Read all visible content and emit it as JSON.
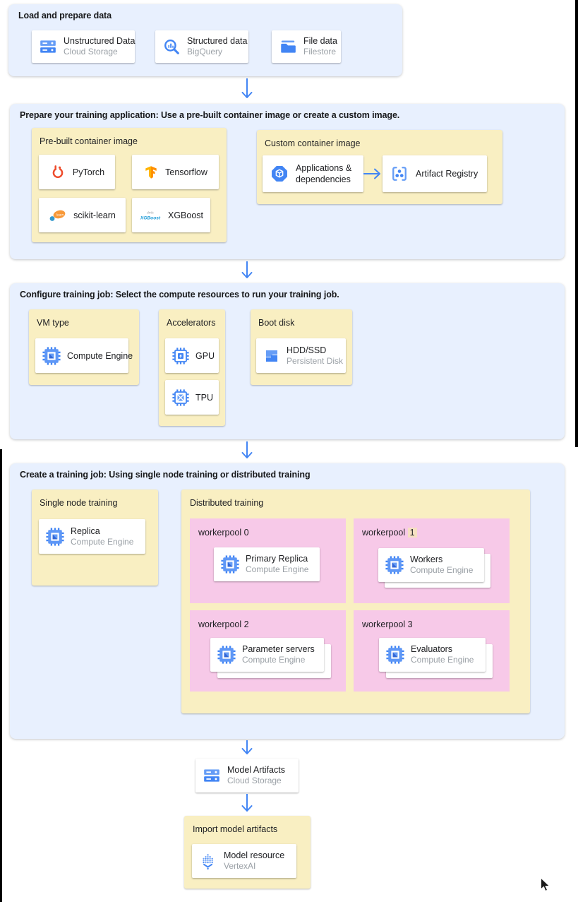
{
  "colors": {
    "section_bg": "#e8f0fe",
    "panel_bg": "#f9efc2",
    "pool_bg": "#f7c9e8",
    "arrow_blue": "#4285f4",
    "subtitle_gray": "#9aa0a6",
    "highlight": "#f6e0c2"
  },
  "load": {
    "title": "Load and prepare data",
    "cards": [
      {
        "title": "Unstructured Data",
        "subtitle": "Cloud Storage",
        "icon": "cloud-storage-icon"
      },
      {
        "title": "Structured data",
        "subtitle": "BigQuery",
        "icon": "bigquery-icon"
      },
      {
        "title": "File data",
        "subtitle": "Filestore",
        "icon": "filestore-icon"
      }
    ]
  },
  "prepare": {
    "title": "Prepare your training application: Use a pre-built container image or create a custom image.",
    "prebuilt": {
      "label": "Pre-built container image",
      "cards": [
        {
          "label": "PyTorch",
          "icon": "pytorch-icon"
        },
        {
          "label": "Tensorflow",
          "icon": "tensorflow-icon"
        },
        {
          "label": "scikit-learn",
          "icon": "scikit-learn-icon"
        },
        {
          "label": "XGBoost",
          "icon": "xgboost-icon"
        }
      ]
    },
    "custom": {
      "label": "Custom container image",
      "source": {
        "title": "Applications & dependencies",
        "icon": "package-icon"
      },
      "target": {
        "title": "Artifact Registry",
        "icon": "artifact-registry-icon"
      }
    }
  },
  "configure": {
    "title": "Configure training job: Select the compute resources to run your training job.",
    "vm": {
      "label": "VM type",
      "card": {
        "title": "Compute Engine",
        "icon": "compute-engine-icon"
      }
    },
    "accelerators": {
      "label": "Accelerators",
      "cards": [
        {
          "title": "GPU",
          "icon": "gpu-icon"
        },
        {
          "title": "TPU",
          "icon": "tpu-icon"
        }
      ]
    },
    "boot": {
      "label": "Boot disk",
      "card": {
        "title": "HDD/SSD",
        "subtitle": "Persistent Disk",
        "icon": "persistent-disk-icon"
      }
    }
  },
  "create": {
    "title": "Create a training job: Using single node training or distributed training",
    "single": {
      "label": "Single node training",
      "card": {
        "title": "Replica",
        "subtitle": "Compute Engine",
        "icon": "compute-engine-icon"
      }
    },
    "distributed": {
      "label": "Distributed training",
      "pools": [
        {
          "name": "workerpool 0",
          "badge": "",
          "card": {
            "title": "Primary Replica",
            "subtitle": "Compute Engine",
            "icon": "compute-engine-icon"
          }
        },
        {
          "name": "workerpool",
          "badge": "1",
          "card": {
            "title": "Workers",
            "subtitle": "Compute Engine",
            "icon": "compute-engine-icon"
          }
        },
        {
          "name": "workerpool 2",
          "badge": "",
          "card": {
            "title": "Parameter servers",
            "subtitle": "Compute Engine",
            "icon": "compute-engine-icon"
          }
        },
        {
          "name": "workerpool 3",
          "badge": "",
          "card": {
            "title": "Evaluators",
            "subtitle": "Compute Engine",
            "icon": "compute-engine-icon"
          }
        }
      ]
    }
  },
  "artifacts": {
    "title": "Model Artifacts",
    "subtitle": "Cloud Storage",
    "icon": "cloud-storage-icon"
  },
  "import_model": {
    "label": "Import model artifacts",
    "card": {
      "title": "Model resource",
      "subtitle": "VertexAI",
      "icon": "vertex-ai-icon"
    }
  }
}
